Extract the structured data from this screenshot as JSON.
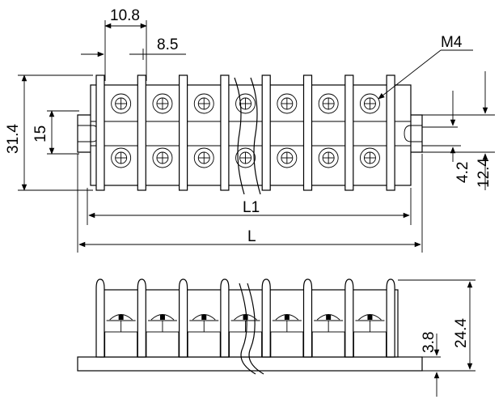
{
  "dimensions": {
    "pitch": "10.8",
    "barrier_thickness": "8.5",
    "screw": "M4",
    "height_top_view": "31.4",
    "row_spacing": "15",
    "mount_slot": "4.2",
    "mount_offset": "12.4",
    "length_inner": "L1",
    "length_overall": "L",
    "height_side_view": "24.4",
    "base_thickness": "3.8"
  },
  "terminal_positions": 7
}
